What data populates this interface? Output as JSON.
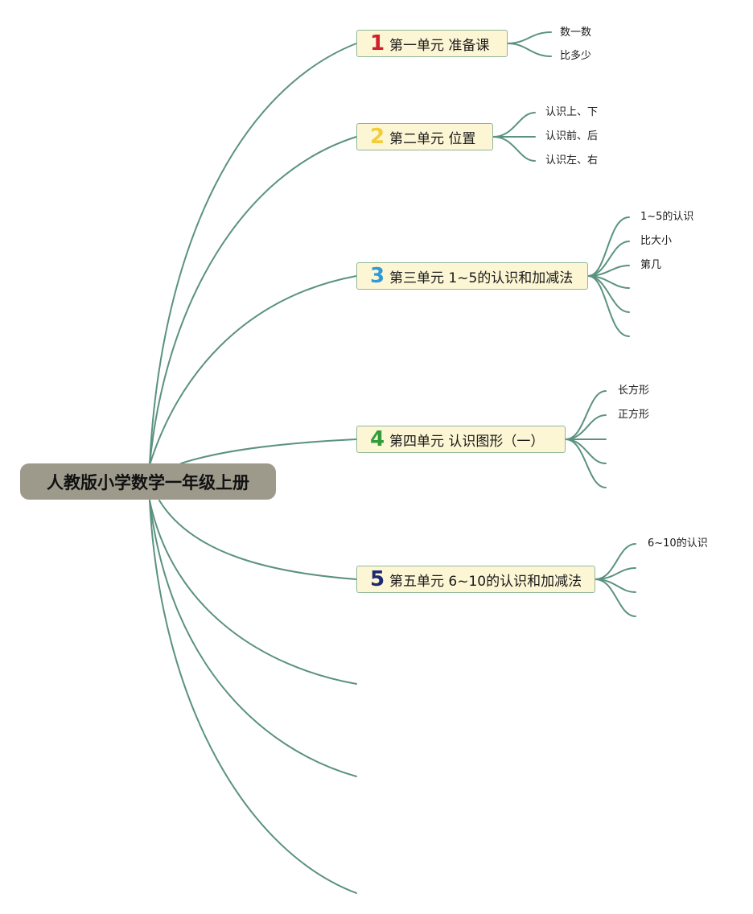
{
  "root": {
    "label": "人教版小学数学一年级上册"
  },
  "units": [
    {
      "num": "1",
      "color": "#d0202a",
      "label": "第一单元 准备课",
      "topics": [
        "数一数",
        "比多少"
      ]
    },
    {
      "num": "2",
      "color": "#f2cc3a",
      "label": "第二单元 位置",
      "topics": [
        "认识上、下",
        "认识前、后",
        "认识左、右"
      ]
    },
    {
      "num": "3",
      "color": "#2f9bd6",
      "label": "第三单元 1~5的认识和加减法",
      "topics": [
        "1~5的认识",
        "比大小",
        "第几"
      ]
    },
    {
      "num": "4",
      "color": "#2e9e3a",
      "label": "第四单元 认识图形（一）",
      "topics": [
        "长方形",
        "正方形"
      ]
    },
    {
      "num": "5",
      "color": "#1e2a6e",
      "label": "第五单元 6~10的认识和加减法",
      "topics": [
        "6~10的认识"
      ]
    }
  ],
  "colors": {
    "link": "#5b927f",
    "root_fill": "#9d9a8c",
    "unit_fill": "#fdf6d5",
    "unit_border": "#8fb79a"
  }
}
